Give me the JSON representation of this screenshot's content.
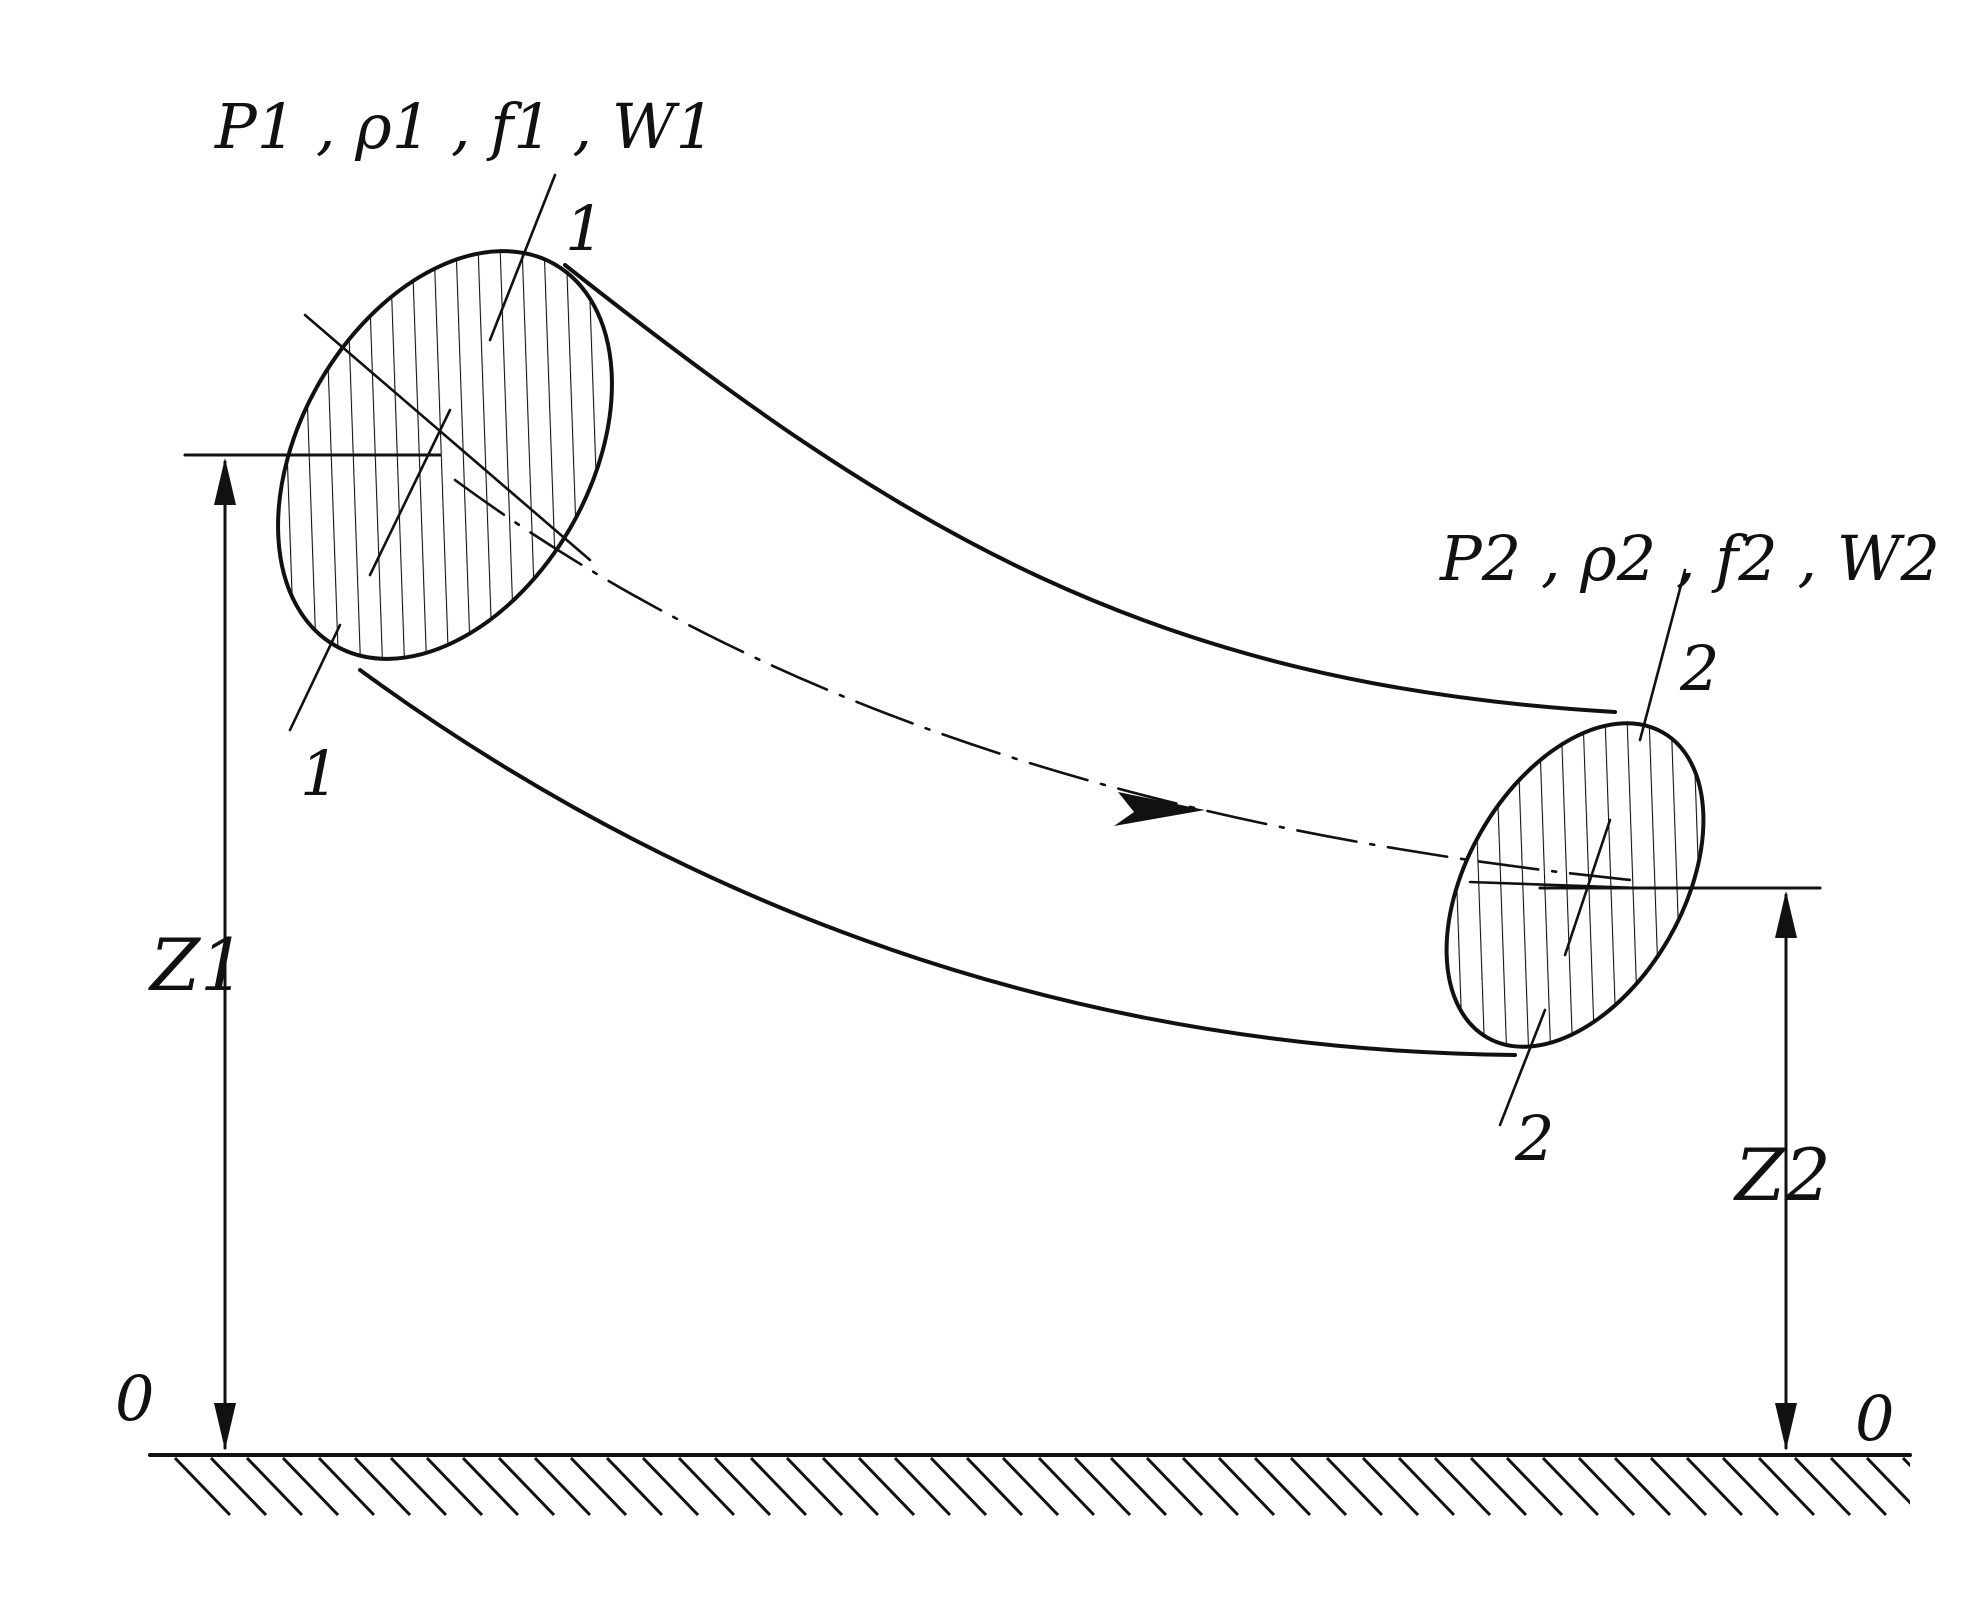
{
  "colors": {
    "ink": "#111111",
    "paper": "#ffffff"
  },
  "section1": {
    "params": "P1 , ρ1 , f1 , W1",
    "label_top": "1",
    "label_bottom": "1",
    "height_label": "Z1"
  },
  "section2": {
    "params": "P2 , ρ2 , f2 , W2",
    "label_top": "2",
    "label_bottom": "2",
    "height_label": "Z2"
  },
  "datum": {
    "left_label": "0",
    "right_label": "0"
  },
  "flow_direction": "section 1 → section 2"
}
